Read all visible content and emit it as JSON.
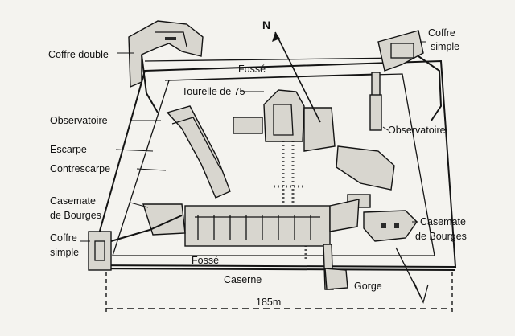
{
  "labels": {
    "coffre_double": "Coffre double",
    "coffre_simple_ne_1": "Coffre",
    "coffre_simple_ne_2": "simple",
    "fosse_top": "Fossé",
    "tourelle": "Tourelle de 75",
    "observatoire_left": "Observatoire",
    "observatoire_right": "Observatoire",
    "escarpe": "Escarpe",
    "contrescarpe": "Contrescarpe",
    "casemate_left_1": "Casemate",
    "casemate_left_2": "de Bourges",
    "casemate_right_1": "Casemate",
    "casemate_right_2": "de Bourges",
    "coffre_simple_sw_1": "Coffre",
    "coffre_simple_sw_2": "simple",
    "fosse_bottom": "Fossé",
    "caserne": "Caserne",
    "gorge": "Gorge",
    "north": "N",
    "scale": "185m"
  }
}
